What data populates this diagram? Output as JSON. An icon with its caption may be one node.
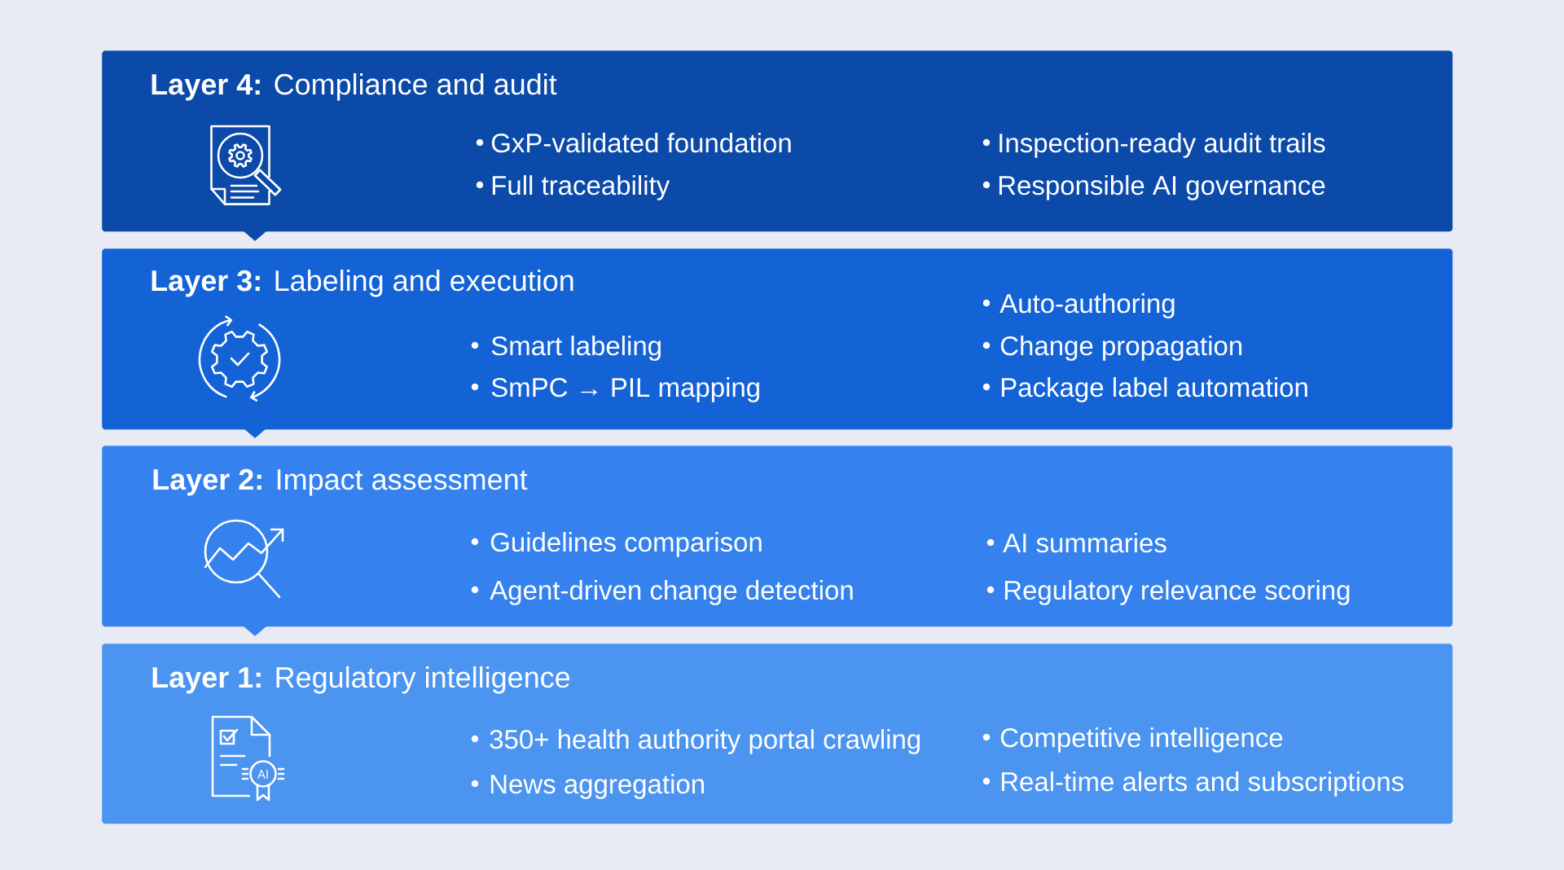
{
  "diagram": {
    "nodes": [
      {
        "text": [
          "**Layer 4:** Compliance and audit",
          "GxP-validated foundation",
          "Full traceability",
          "Inspection-ready audit trails",
          "Responsible AI governance"
        ]
      },
      {
        "text": [
          "**Layer 3:** Labeling and execution",
          "Smart labeling",
          "SmPC → PIL mapping",
          "Auto-authoring",
          "Change propagation",
          "Package label automation"
        ]
      },
      {
        "text": [
          "**Layer 2:** Impact assessment",
          "Guidelines comparison",
          "Agent-driven change detection",
          "AI summaries",
          "Regulatory relevance scoring"
        ]
      },
      {
        "text": [
          "**Layer 1:** Regulatory intelligence",
          "350+ health authority portal crawling",
          "News aggregation",
          "Competitive intelligence",
          "Real-time alerts and subscriptions"
        ]
      }
    ],
    "edges": [
      {
        "from": 0,
        "to": 1,
        "arrow": "to"
      },
      {
        "from": 1,
        "to": 2,
        "arrow": "to"
      },
      {
        "from": 2,
        "to": 3,
        "arrow": "to"
      }
    ],
    "labels": [
      "AI"
    ]
  }
}
